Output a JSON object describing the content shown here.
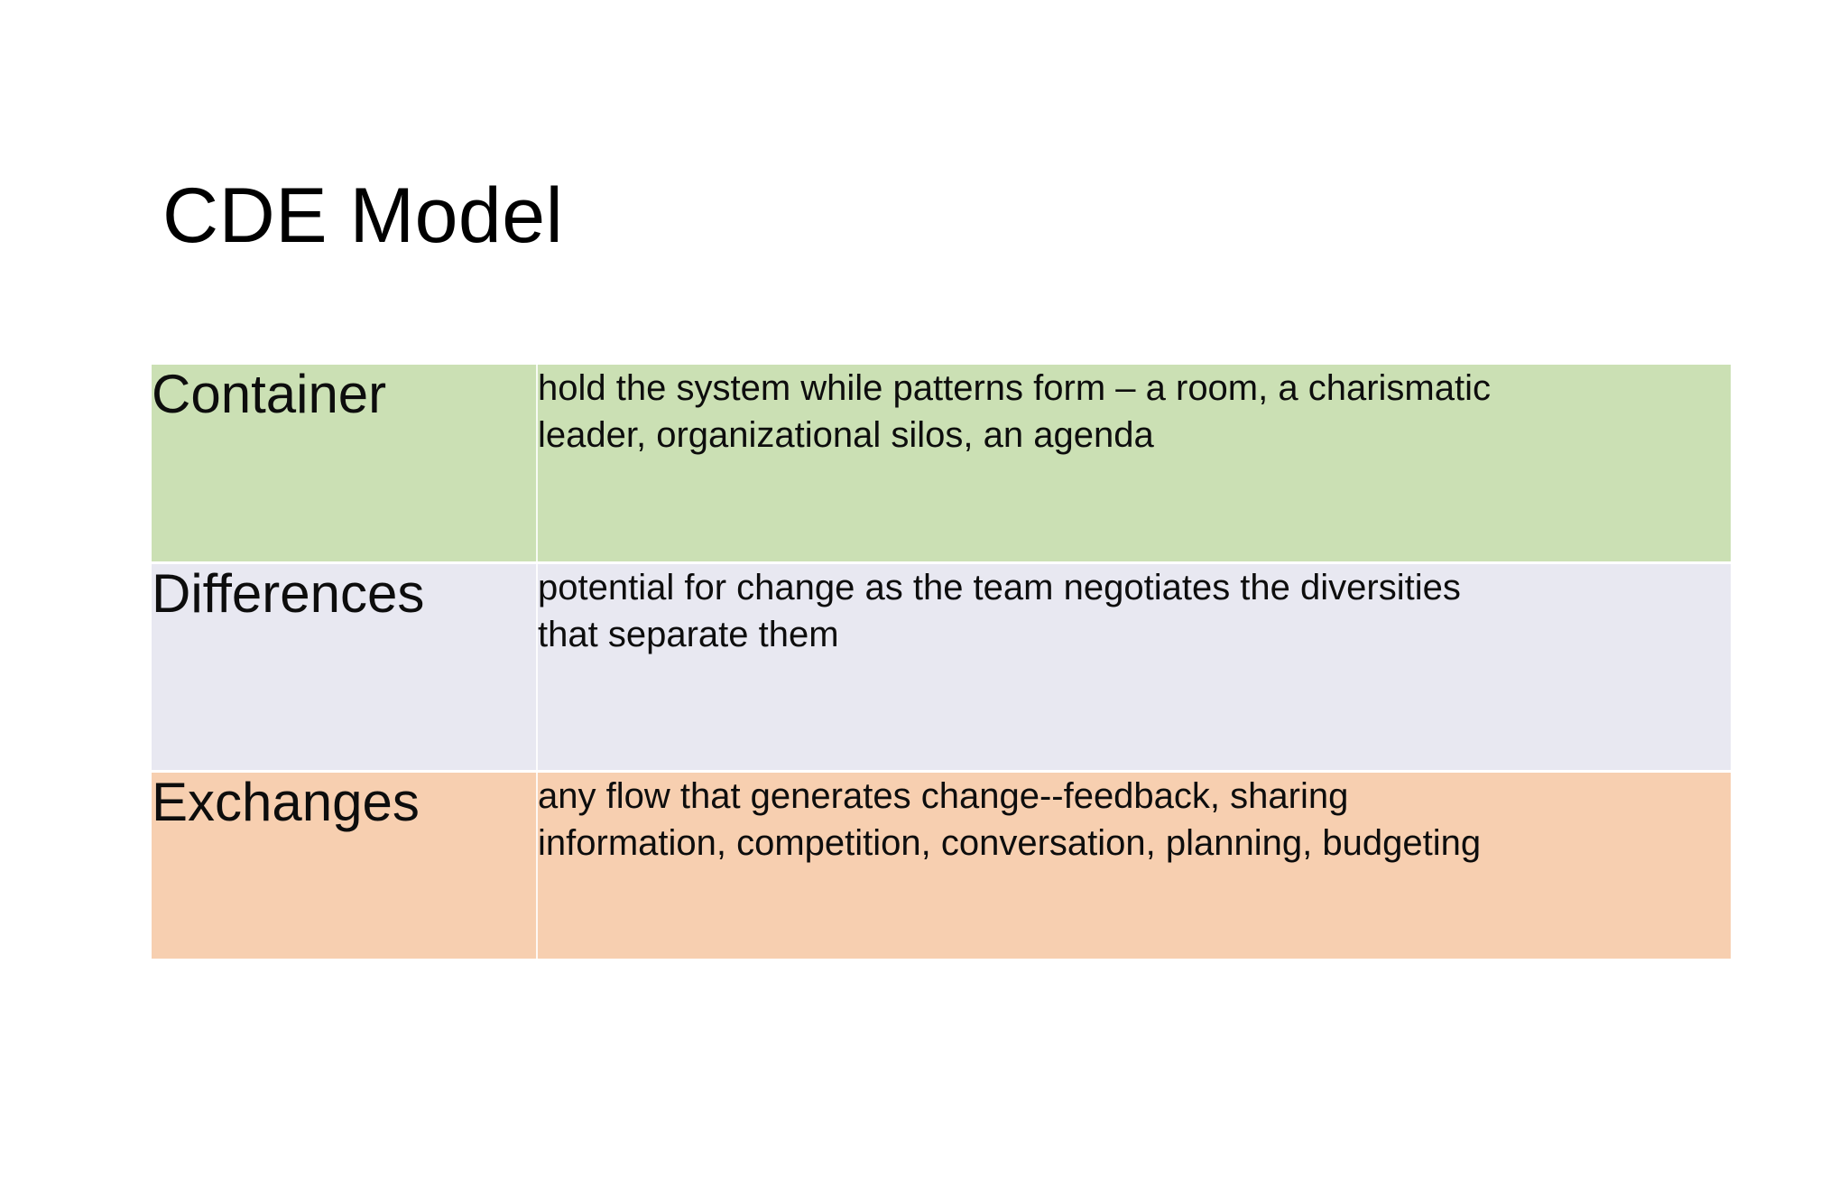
{
  "slide": {
    "title": "CDE Model",
    "background_color": "#ffffff",
    "text_color": "#000000"
  },
  "table": {
    "columns": [
      "term",
      "description"
    ],
    "row_colors": [
      "#cbe0b4",
      "#e8e8f1",
      "#f7cfb0"
    ],
    "rows": [
      {
        "term": "Container",
        "description_line1": "hold the system while patterns form – a room,  a charismatic",
        "description_line2": "leader, organizational silos, an agenda",
        "fill": "#cbe0b4"
      },
      {
        "term": "Differences",
        "description_line1": "potential for change as the team negotiates the diversities",
        "description_line2": "that separate them",
        "fill": "#e8e8f1"
      },
      {
        "term": "Exchanges",
        "description_line1": "any flow that generates change--feedback, sharing",
        "description_line2": "information, competition, conversation, planning, budgeting",
        "fill": "#f7cfb0"
      }
    ]
  }
}
